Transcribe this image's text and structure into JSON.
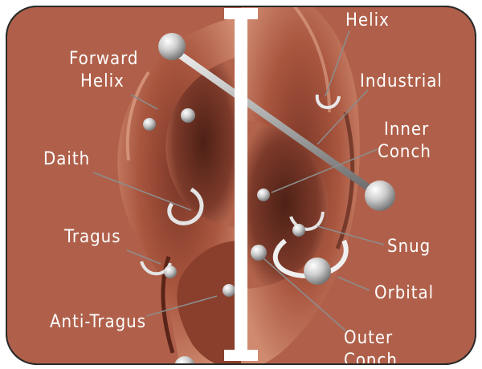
{
  "labels": {
    "forward_helix": [
      "Forward",
      "Helix"
    ],
    "daith": [
      "Daith"
    ],
    "tragus": [
      "Tragus"
    ],
    "anti_tragus": [
      "Anti-Tragus"
    ],
    "helix": [
      "Helix"
    ],
    "industrial": [
      "Industrial"
    ],
    "inner_conch": [
      "Inner",
      "Conch"
    ],
    "snug": [
      "Snug"
    ],
    "orbital": [
      "Orbital"
    ],
    "outer_conch": [
      "Outer",
      "Conch"
    ]
  },
  "colors": {
    "background": "#b0604a",
    "ear_skin": "#c47a62",
    "ear_shadow": "#6a2f22",
    "ear_highlight": "#e0a48c",
    "jewelry": "#d8d8d8",
    "divider": "#ffffff",
    "label_text": "#ffffff",
    "leader_line": "#8c8c8c"
  }
}
